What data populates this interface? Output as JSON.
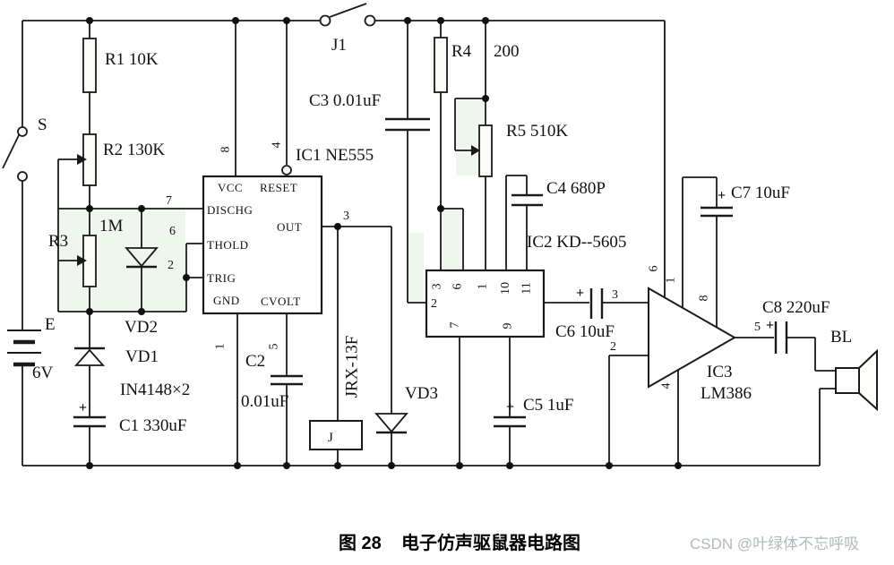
{
  "labels": {
    "s": "S",
    "j1": "J1",
    "r1": "R1  10K",
    "r2": "R2  130K",
    "r3": "R3",
    "r3_val": "1M",
    "r4": "R4",
    "r4_val": "200",
    "r5": "R5  510K",
    "c1": "C1 330uF",
    "c2": "C2",
    "c2_val": "0.01uF",
    "c3": "C3  0.01uF",
    "c4": "C4  680P",
    "c5": "C5 1uF",
    "c6": "C6 10uF",
    "c7": "C7 10uF",
    "c8": "C8  220uF",
    "vd1": "VD1",
    "vd2": "VD2",
    "vd3": "VD3",
    "diode_type": "IN4148×2",
    "battery_name": "E",
    "battery_voltage": "6V",
    "ic1": "IC1  NE555",
    "ic2": "IC2  KD--5605",
    "ic3": "IC3",
    "ic3_model": "LM386",
    "relay_model": "JRX-13F",
    "relay_coil": "J",
    "speaker": "BL",
    "plus": "+"
  },
  "ic1_pins": {
    "vcc": "VCC",
    "reset": "RESET",
    "dischg": "DISCHG",
    "out": "OUT",
    "thold": "THOLD",
    "trig": "TRIG",
    "gnd": "GND",
    "cvolt": "CVOLT",
    "p8": "8",
    "p4": "4",
    "p7": "7",
    "p6": "6",
    "p2": "2",
    "p3": "3",
    "p1": "1",
    "p5": "5"
  },
  "ic2_pins": {
    "p3": "3",
    "p6": "6",
    "p1": "1",
    "p10": "10",
    "p11": "11",
    "p2": "2",
    "p7": "7",
    "p9": "9"
  },
  "ic3_pins": {
    "p6": "6",
    "p1": "1",
    "p8": "8",
    "p2": "2",
    "p3": "3",
    "p4": "4",
    "p5": "5"
  },
  "caption": {
    "figure_no": "图 28",
    "figure_title": "电子仿声驱鼠器电路图",
    "watermark": "CSDN @叶绿体不忘呼吸"
  }
}
